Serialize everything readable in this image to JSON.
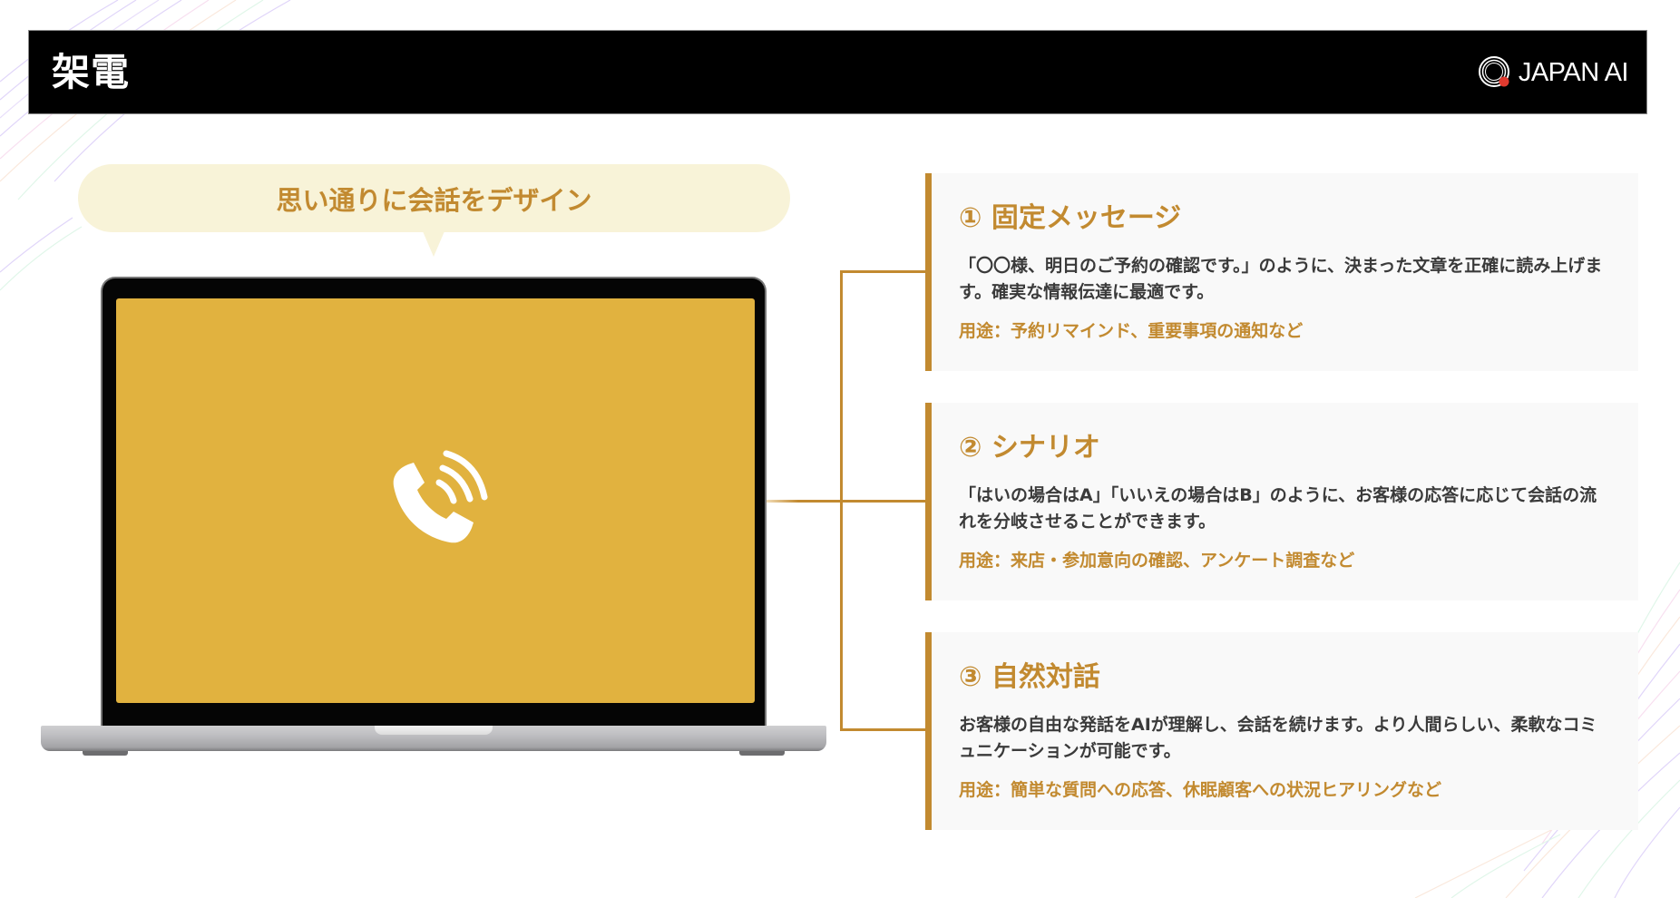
{
  "header": {
    "title": "架電",
    "logo_text": "JAPAN AI",
    "logo_icon": "japan-ai-ring-logo"
  },
  "bubble": {
    "text": "思い通りに会話をデザイン"
  },
  "laptop": {
    "screen_icon": "phone-ringing-icon",
    "screen_color": "#e1b23f"
  },
  "cards": [
    {
      "title": "① 固定メッセージ",
      "body": "「〇〇様、明日のご予約の確認です。」のように、決まった文章を正確に読み上げます。確実な情報伝達に最適です。",
      "usage": "用途：予約リマインド、重要事項の通知など"
    },
    {
      "title": "② シナリオ",
      "body": "「はいの場合はA」「いいえの場合はB」のように、お客様の応答に応じて会話の流れを分岐させることができます。",
      "usage": "用途：来店・参加意向の確認、アンケート調査など"
    },
    {
      "title": "③ 自然対話",
      "body": "お客様の自由な発話をAIが理解し、会話を続けます。より人間らしい、柔軟なコミュニケーションが可能です。",
      "usage": "用途：簡単な質問への応答、休眠顧客への状況ヒアリングなど"
    }
  ],
  "colors": {
    "accent": "#c28a30",
    "bubble_bg": "#f8f3d8",
    "card_bg": "#f9f9f9",
    "header_bg": "#000000",
    "logo_dot": "#e03a2f"
  }
}
